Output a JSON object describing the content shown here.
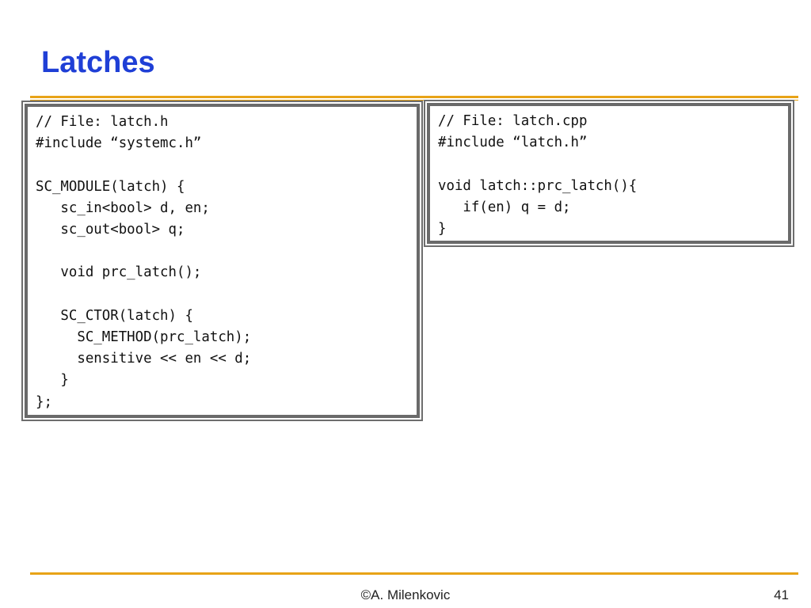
{
  "slide": {
    "title": "Latches",
    "author": "©A. Milenkovic",
    "page_number": "41",
    "accent_color": "#e8a317",
    "title_color": "#1f3fd6"
  },
  "code_left": {
    "lines": [
      "// File: latch.h",
      "#include “systemc.h”",
      "",
      "SC_MODULE(latch) {",
      "   sc_in<bool> d, en;",
      "   sc_out<bool> q;",
      "",
      "   void prc_latch();",
      "",
      "   SC_CTOR(latch) {",
      "     SC_METHOD(prc_latch);",
      "     sensitive << en << d;",
      "   }",
      "};"
    ]
  },
  "code_right": {
    "lines": [
      "// File: latch.cpp",
      "#include “latch.h”",
      "",
      "void latch::prc_latch(){",
      "   if(en) q = d;",
      "}"
    ]
  }
}
